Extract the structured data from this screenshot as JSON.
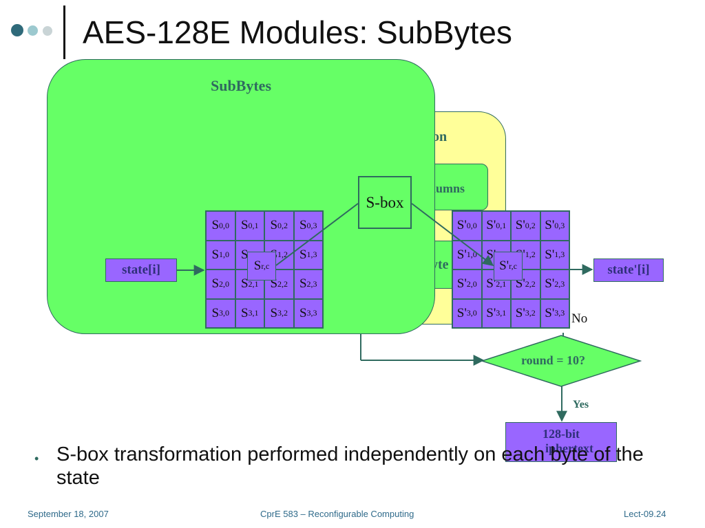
{
  "slide": {
    "title": "AES-128E Modules: SubBytes",
    "bullet": "S-box transformation performed independently on each byte of the state"
  },
  "footer": {
    "date": "September 18, 2007",
    "course": "CprE 583 – Reconfigurable Computing",
    "lecture": "Lect-09.24"
  },
  "diagram": {
    "panel_title": "SubBytes",
    "sbox_label": "S-box",
    "input_label": "state[i]",
    "output_label": "state'[i]",
    "decision_label": "round = 10?",
    "no_label": "No",
    "yes_label": "Yes",
    "output_box_line1": "128-bit",
    "background_fragments": {
      "round_fragment": "on",
      "mixcolumns_fragment": "lumns",
      "subbytes_fragment": "yte",
      "ciphertext_fragment": "iphertext"
    },
    "input_grid": {
      "prefix": "S",
      "rows": [
        [
          "0,0",
          "0,1",
          "0,2",
          "0,3"
        ],
        [
          "1,0",
          "1,1",
          "1,2",
          "1,3"
        ],
        [
          "2,0",
          "2,1",
          "2,2",
          "2,3"
        ],
        [
          "3,0",
          "3,1",
          "3,2",
          "3,3"
        ]
      ],
      "selected": "r,c"
    },
    "output_grid": {
      "prefix": "S'",
      "rows": [
        [
          "0,0",
          "0,1",
          "0,2",
          "0,3"
        ],
        [
          "1,0",
          "1,1",
          "1,2",
          "1,3"
        ],
        [
          "2,0",
          "2,1",
          "2,2",
          "2,3"
        ],
        [
          "3,0",
          "3,1",
          "3,2",
          "3,3"
        ]
      ],
      "selected": "r,c"
    },
    "colors": {
      "panel_green": "#66ff66",
      "cell_purple": "#9966ff",
      "background_yellow": "#ffff99",
      "stroke": "#2f6a5f",
      "decision_green": "#66ff66"
    }
  },
  "icons": [
    "slide-decoration-dots-icon"
  ]
}
